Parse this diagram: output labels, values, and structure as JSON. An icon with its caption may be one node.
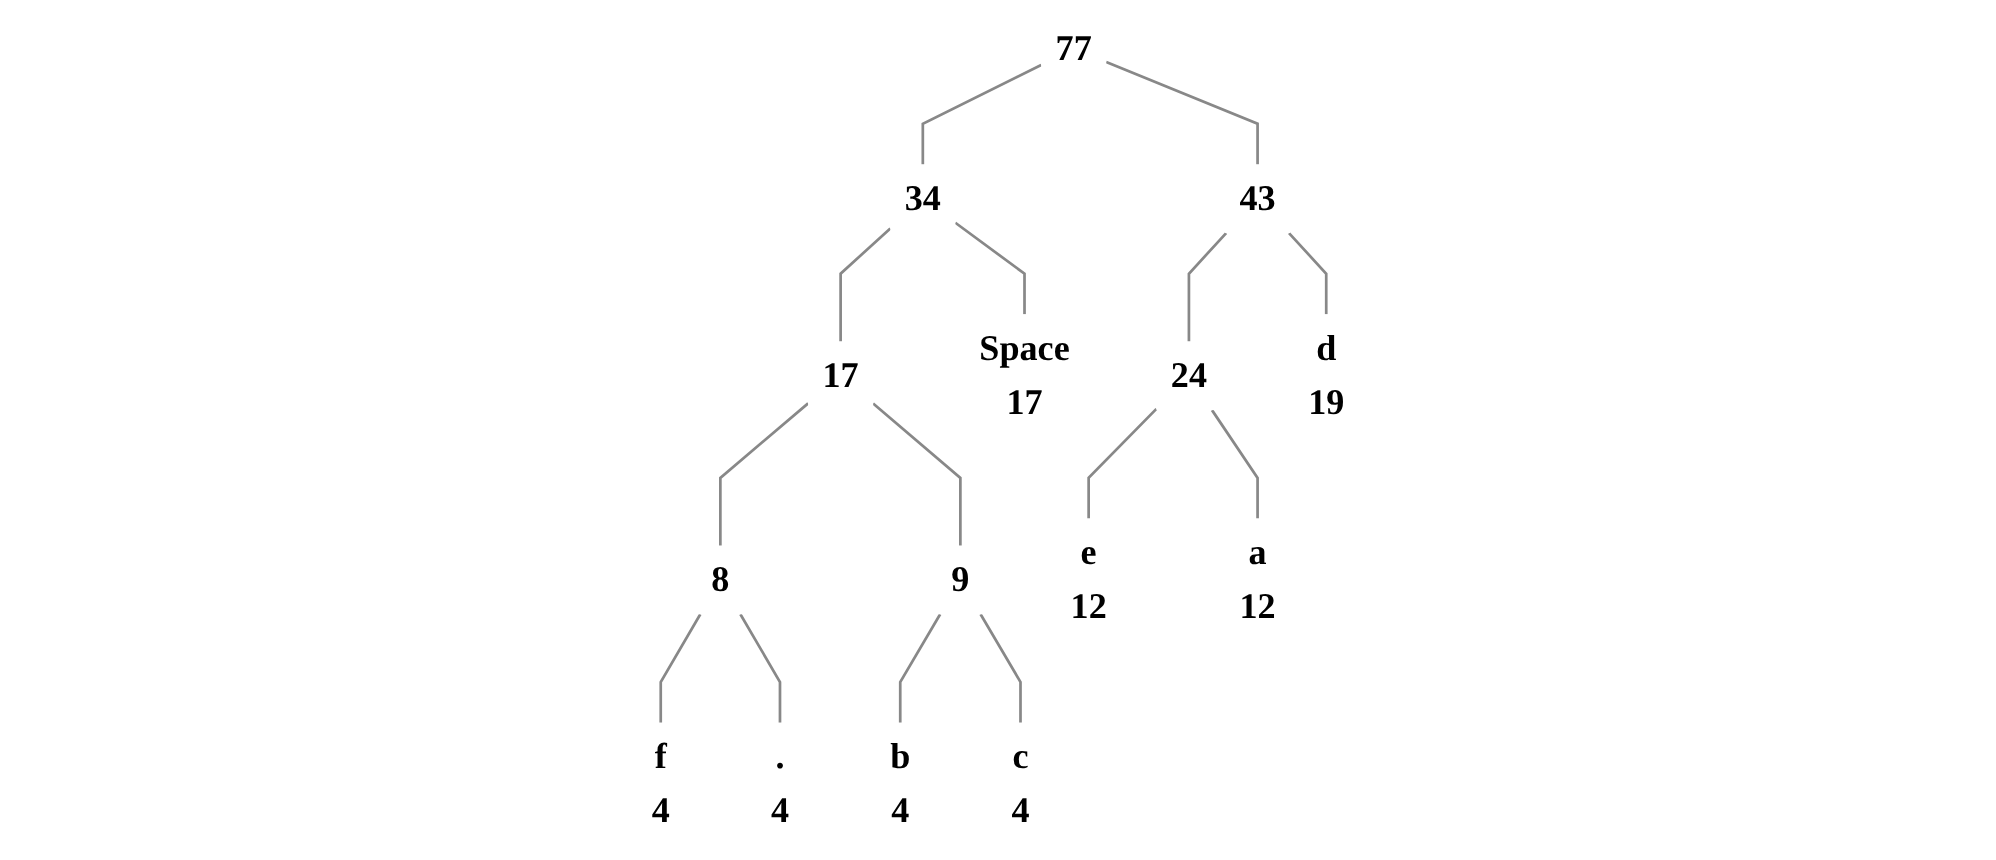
{
  "diagram": {
    "nodes": [
      {
        "text": [
          "77"
        ]
      },
      {
        "text": [
          "34"
        ]
      },
      {
        "text": [
          "17"
        ]
      },
      {
        "text": [
          "Space",
          "17"
        ]
      },
      {
        "text": [
          "43"
        ]
      },
      {
        "text": [
          "8"
        ]
      },
      {
        "text": [
          "9"
        ]
      },
      {
        "text": [
          "24"
        ]
      },
      {
        "text": [
          "d",
          "19"
        ]
      },
      {
        "text": [
          "f",
          "4"
        ]
      },
      {
        "text": [
          ".",
          "4"
        ]
      },
      {
        "text": [
          "b",
          "4"
        ]
      },
      {
        "text": [
          "c",
          "4"
        ]
      },
      {
        "text": [
          "e",
          "12"
        ]
      },
      {
        "text": [
          "a",
          "12"
        ]
      }
    ],
    "edges": [
      {
        "from": 0,
        "to": 1,
        "arrow": "none"
      },
      {
        "from": 0,
        "to": 4,
        "arrow": "none"
      },
      {
        "from": 1,
        "to": 2,
        "arrow": "none"
      },
      {
        "from": 1,
        "to": 3,
        "arrow": "none"
      },
      {
        "from": 2,
        "to": 5,
        "arrow": "none"
      },
      {
        "from": 2,
        "to": 6,
        "arrow": "none"
      },
      {
        "from": 5,
        "to": 9,
        "arrow": "none"
      },
      {
        "from": 5,
        "to": 10,
        "arrow": "none"
      },
      {
        "from": 6,
        "to": 11,
        "arrow": "none"
      },
      {
        "from": 6,
        "to": 12,
        "arrow": "none"
      },
      {
        "from": 4,
        "to": 7,
        "arrow": "none"
      },
      {
        "from": 4,
        "to": 8,
        "arrow": "none"
      },
      {
        "from": 7,
        "to": 13,
        "arrow": "none"
      },
      {
        "from": 7,
        "to": 14,
        "arrow": "none"
      }
    ]
  }
}
